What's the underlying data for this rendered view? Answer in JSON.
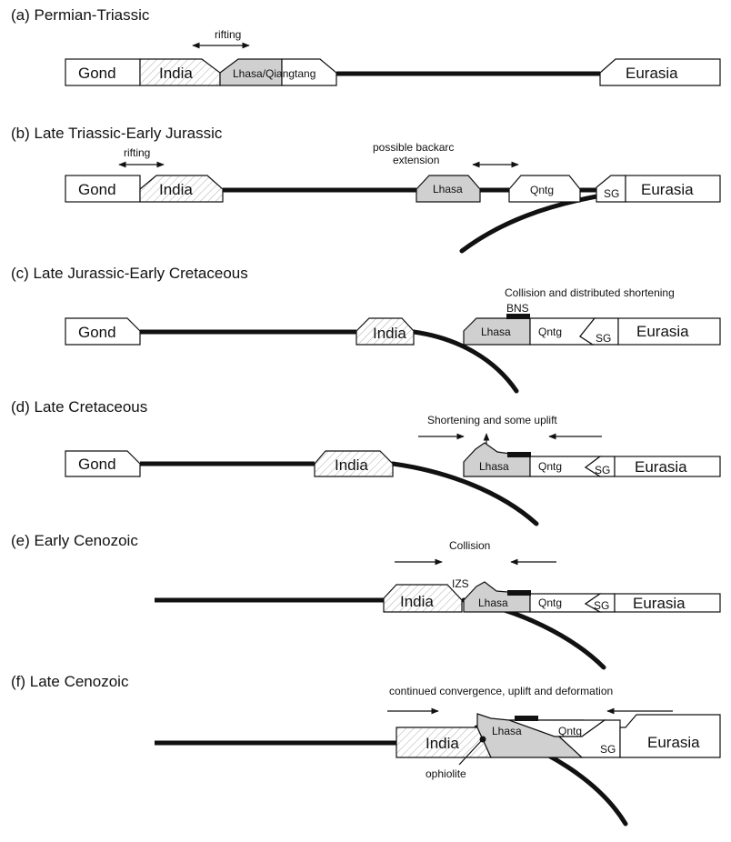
{
  "panels": {
    "a": {
      "title": "(a)   Permian-Triassic",
      "rifting": "rifting",
      "gond": "Gond",
      "india": "India",
      "lhasa_qiangtang": "Lhasa/Qiangtang",
      "eurasia": "Eurasia"
    },
    "b": {
      "title": "(b)   Late Triassic-Early Jurassic",
      "rifting": "rifting",
      "backarc_1": "possible backarc",
      "backarc_2": "extension",
      "gond": "Gond",
      "india": "India",
      "lhasa": "Lhasa",
      "qntg": "Qntg",
      "sg": "SG",
      "eurasia": "Eurasia"
    },
    "c": {
      "title": "(c)   Late Jurassic-Early Cretaceous",
      "collision": "Collision and distributed shortening",
      "bns": "BNS",
      "gond": "Gond",
      "india": "India",
      "lhasa": "Lhasa",
      "qntg": "Qntg",
      "sg": "SG",
      "eurasia": "Eurasia"
    },
    "d": {
      "title": "(d)   Late Cretaceous",
      "shortening": "Shortening and some uplift",
      "gond": "Gond",
      "india": "India",
      "lhasa": "Lhasa",
      "qntg": "Qntg",
      "sg": "SG",
      "eurasia": "Eurasia"
    },
    "e": {
      "title": "(e)   Early Cenozoic",
      "collision": "Collision",
      "izs": "IZS",
      "india": "India",
      "lhasa": "Lhasa",
      "qntg": "Qntg",
      "sg": "SG",
      "eurasia": "Eurasia"
    },
    "f": {
      "title": "(f)    Late Cenozoic",
      "convergence": "continued convergence, uplift and deformation",
      "india": "India",
      "lhasa": "Lhasa",
      "qntg": "Qntg",
      "sg": "SG",
      "eurasia": "Eurasia",
      "ophiolite": "ophiolite"
    }
  }
}
